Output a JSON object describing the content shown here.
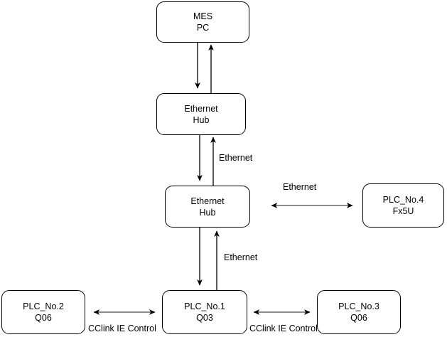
{
  "diagram": {
    "title": "Network topology diagram",
    "colors": {
      "node_border": "#000000",
      "node_fill": "#ffffff",
      "wire_vertical": "#000000",
      "wire_horizontal": "#666666",
      "text": "#000000",
      "background": "#ffffff"
    },
    "nodes": [
      {
        "id": "mes-pc",
        "line1": "MES",
        "line2": "PC"
      },
      {
        "id": "ethernet-hub-top",
        "line1": "Ethernet",
        "line2": "Hub"
      },
      {
        "id": "ethernet-hub-mid",
        "line1": "Ethernet",
        "line2": "Hub"
      },
      {
        "id": "plc-no-4",
        "line1": "PLC_No.4",
        "line2": "Fx5U"
      },
      {
        "id": "plc-no-2",
        "line1": "PLC_No.2",
        "line2": "Q06"
      },
      {
        "id": "plc-no-1",
        "line1": "PLC_No.1",
        "line2": "Q03"
      },
      {
        "id": "plc-no-3",
        "line1": "PLC_No.3",
        "line2": "Q06"
      }
    ],
    "edge_labels": [
      {
        "id": "label-ethernet-hub-hub",
        "text": "Ethernet"
      },
      {
        "id": "label-ethernet-hub-plc4",
        "text": "Ethernet"
      },
      {
        "id": "label-ethernet-hub-plc1",
        "text": "Ethernet"
      },
      {
        "id": "label-cclink-left",
        "text": "CClink IE Control"
      },
      {
        "id": "label-cclink-right",
        "text": "CClink IE Control"
      }
    ],
    "connections": [
      {
        "id": "mes-to-hubtop",
        "from": "mes-pc",
        "to": "ethernet-hub-top",
        "kind": "bidirectional-pair",
        "protocol": "Ethernet"
      },
      {
        "id": "hubtop-to-hubmid",
        "from": "ethernet-hub-top",
        "to": "ethernet-hub-mid",
        "kind": "bidirectional-pair",
        "protocol": "Ethernet"
      },
      {
        "id": "hubmid-to-plc1",
        "from": "ethernet-hub-mid",
        "to": "plc-no-1",
        "kind": "bidirectional-pair",
        "protocol": "Ethernet"
      },
      {
        "id": "hubmid-to-plc4",
        "from": "ethernet-hub-mid",
        "to": "plc-no-4",
        "kind": "double-arrow",
        "protocol": "Ethernet"
      },
      {
        "id": "plc2-to-plc1",
        "from": "plc-no-2",
        "to": "plc-no-1",
        "kind": "double-arrow",
        "protocol": "CClink IE Control"
      },
      {
        "id": "plc1-to-plc3",
        "from": "plc-no-1",
        "to": "plc-no-3",
        "kind": "double-arrow",
        "protocol": "CClink IE Control"
      }
    ]
  }
}
